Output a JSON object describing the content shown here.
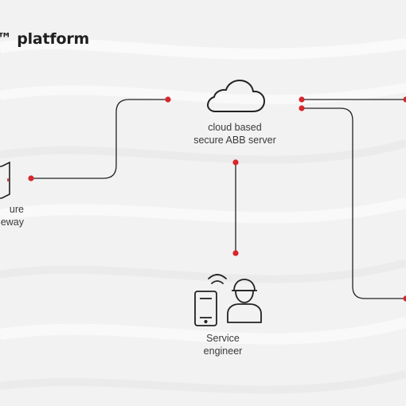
{
  "header": {
    "title": "™ platform"
  },
  "nodes": {
    "cloud": {
      "line1": "cloud based",
      "line2": "secure ABB server",
      "icon": "cloud-icon"
    },
    "engineer": {
      "line1": "Service",
      "line2": "engineer",
      "icons": [
        "smartphone-icon",
        "wifi-signal-icon",
        "engineer-icon"
      ]
    },
    "gateway": {
      "line1": "ure",
      "line2": "eway",
      "icon": "gateway-icon"
    }
  },
  "colors": {
    "connector": "#222222",
    "endpoint": "#d7262d",
    "background": "#f2f2f2"
  }
}
